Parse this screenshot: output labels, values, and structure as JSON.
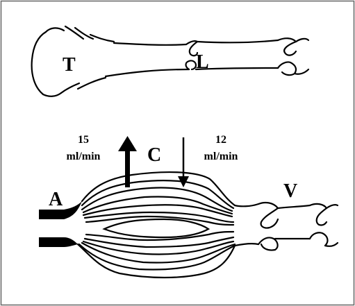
{
  "labels": {
    "T": "T",
    "L": "L",
    "C": "C",
    "A": "A",
    "V": "V"
  },
  "flows": {
    "left_value": "15",
    "left_unit": "ml/min",
    "right_value": "12",
    "right_unit": "ml/min"
  },
  "colors": {
    "ink": "#000000",
    "paper": "#ffffff",
    "frame": "#666666"
  }
}
